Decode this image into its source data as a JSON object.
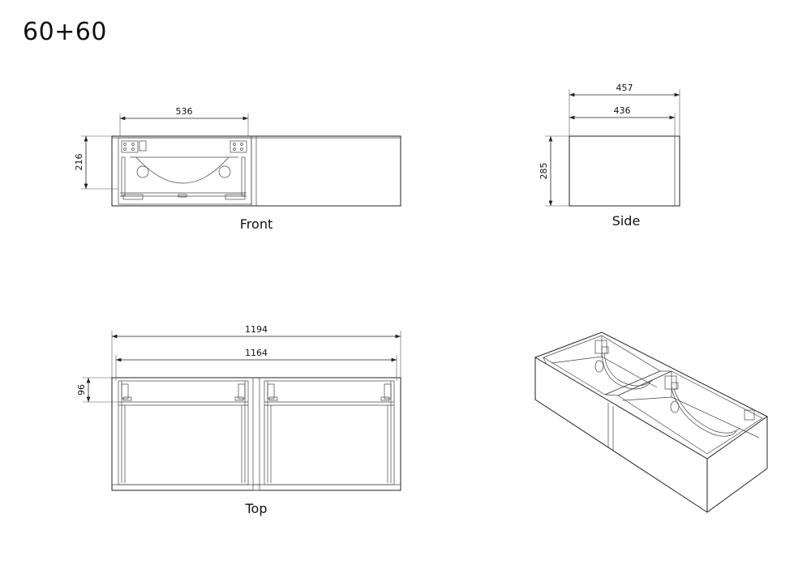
{
  "title": "60+60",
  "views": {
    "front": {
      "caption": "Front",
      "dims": {
        "width": "536",
        "height": "216"
      }
    },
    "side": {
      "caption": "Side",
      "dims": {
        "outer": "457",
        "inner": "436",
        "height": "285"
      }
    },
    "top": {
      "caption": "Top",
      "dims": {
        "outer": "1194",
        "inner": "1164",
        "depth": "96"
      }
    },
    "iso": {
      "caption": ""
    }
  }
}
